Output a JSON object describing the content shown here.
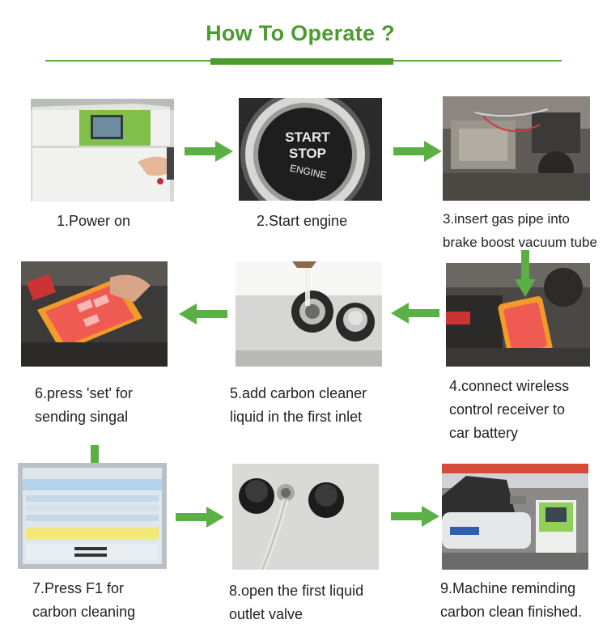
{
  "header": {
    "title": "How To Operate ?"
  },
  "steps": [
    {
      "lines": [
        "1.Power on"
      ]
    },
    {
      "lines": [
        "2.Start engine"
      ]
    },
    {
      "lines": [
        "3.insert gas pipe into",
        "brake boost vacuum tube"
      ]
    },
    {
      "lines": [
        "4.connect wireless",
        "control receiver to",
        "car battery"
      ]
    },
    {
      "lines": [
        "5.add carbon cleaner",
        "liquid in the first inlet"
      ]
    },
    {
      "lines": [
        "6.press 'set' for",
        "sending singal"
      ]
    },
    {
      "lines": [
        "7.Press F1 for",
        "carbon cleaning"
      ]
    },
    {
      "lines": [
        "8.open the first liquid",
        "outlet valve"
      ]
    },
    {
      "lines": [
        "9.Machine reminding",
        "carbon clean finished."
      ]
    }
  ],
  "photo_text": {
    "button_start": "START",
    "button_stop": "STOP",
    "button_engine": "ENGINE"
  },
  "colors": {
    "accent_green": "#4c9b2f",
    "arrow_green": "#5ab045",
    "text": "#222222"
  },
  "icons": [
    "arrow-right-icon",
    "arrow-left-icon",
    "arrow-down-icon"
  ]
}
